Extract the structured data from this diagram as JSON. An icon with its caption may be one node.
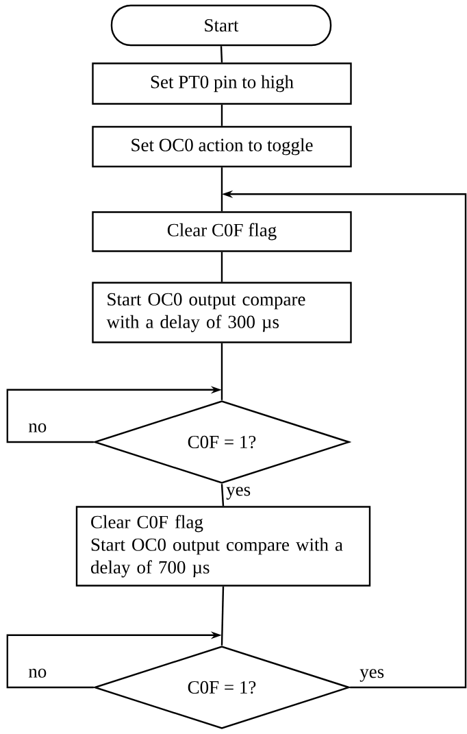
{
  "diagram": {
    "nodes": [
      {
        "text": [
          "Start"
        ]
      },
      {
        "text": [
          "Set PT0 pin to high"
        ]
      },
      {
        "text": [
          "Set OC0 action to toggle"
        ]
      },
      {
        "text": [
          "Clear C0F flag"
        ]
      },
      {
        "text": [
          "Start OC0 output compare with a delay of 300 µs"
        ]
      },
      {
        "text": [
          "C0F = 1?"
        ]
      },
      {
        "text": [
          "Clear C0F flag",
          "Start OC0 output compare with a delay of 700 µs"
        ]
      },
      {
        "text": [
          "C0F = 1?"
        ]
      }
    ],
    "edges": [
      {
        "from": 0,
        "to": 1,
        "arrow": "none"
      },
      {
        "from": 1,
        "to": 2,
        "arrow": "none"
      },
      {
        "from": 2,
        "to": 3,
        "arrow": "none"
      },
      {
        "from": 3,
        "to": 4,
        "arrow": "none"
      },
      {
        "from": 4,
        "to": 5,
        "arrow": "none"
      },
      {
        "from": 5,
        "to": 5,
        "label": "no",
        "arrow": "to"
      },
      {
        "from": 5,
        "to": 6,
        "label": "yes",
        "arrow": "none"
      },
      {
        "from": 6,
        "to": 7,
        "arrow": "none"
      },
      {
        "from": 7,
        "to": 7,
        "label": "no",
        "arrow": "to"
      },
      {
        "from": 7,
        "to": 3,
        "label": "yes",
        "arrow": "to"
      }
    ]
  }
}
